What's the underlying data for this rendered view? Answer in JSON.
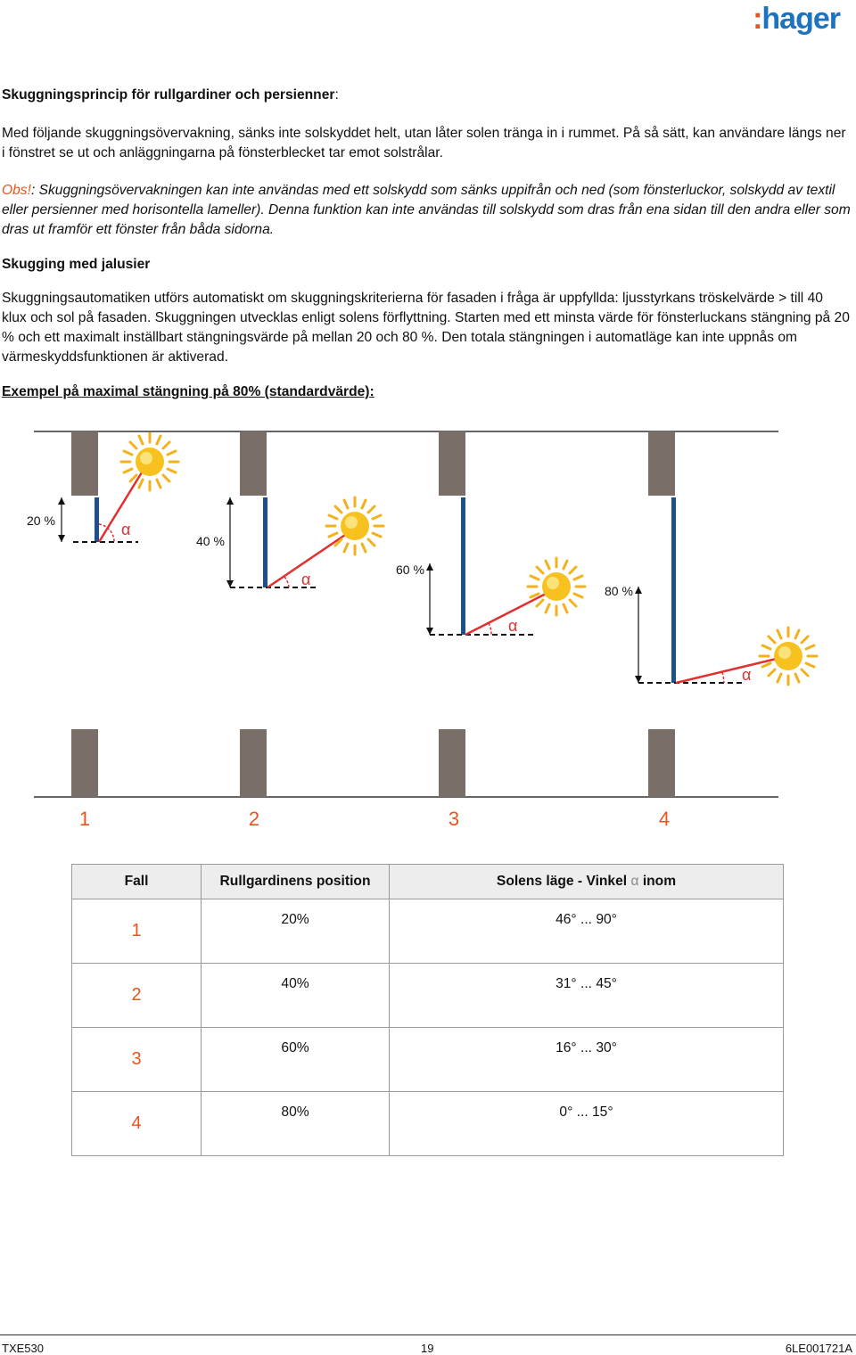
{
  "brand": {
    "logo_text": "hager",
    "logo_prefix": ":"
  },
  "heading": "Skuggningsprincip för rullgardiner och persienner",
  "heading_suffix": ":",
  "intro": "Med följande skuggningsövervakning, sänks inte solskyddet helt, utan låter solen tränga in i rummet. På så sätt, kan användare längs ner i fönstret se ut och anläggningarna på fönsterblecket tar emot solstrålar.",
  "obs": {
    "label": "Obs!",
    "text": ": Skuggningsövervakningen kan inte användas med ett solskydd som sänks uppifrån och ned (som fönsterluckor, solskydd av textil eller persienner med horisontella lameller). Denna funktion kan inte användas till solskydd som dras från ena sidan till den andra eller som dras ut framför ett fönster från båda sidorna."
  },
  "section_title": "Skugging med jalusier",
  "section_body": "Skuggningsautomatiken utförs automatiskt om skuggningskriterierna för fasaden i fråga är uppfyllda: ljusstyrkans tröskelvärde > till 40 klux och sol på fasaden. Skuggningen utvecklas enligt solens förflyttning. Starten med ett minsta värde för fönsterluckans stängning på 20 % och ett maximalt inställbart stängningsvärde på mellan 20 och 80 %. Den totala stängningen i automatläge kan inte uppnås om värmeskyddsfunktionen är aktiverad.",
  "example_title": "Exempel på maximal stängning på 80% (standardvärde):",
  "diagram": {
    "alpha_symbol": "α",
    "cases": [
      {
        "number": "1",
        "label": "20 %"
      },
      {
        "number": "2",
        "label": "40 %"
      },
      {
        "number": "3",
        "label": "60 %"
      },
      {
        "number": "4",
        "label": "80 %"
      }
    ],
    "colors": {
      "wall": "#7a6e68",
      "blind": "#1f4e8c",
      "ray": "#e03030",
      "sun": "#f3b21c",
      "number": "#e8541e"
    }
  },
  "table": {
    "headers": {
      "case": "Fall",
      "position": "Rullgardinens position",
      "sun": "Solens läge - Vinkel",
      "sun_alpha": "α",
      "sun_suffix": "inom"
    },
    "rows": [
      {
        "case": "1",
        "position": "20%",
        "angle": "46° ... 90°"
      },
      {
        "case": "2",
        "position": "40%",
        "angle": "31° ... 45°"
      },
      {
        "case": "3",
        "position": "60%",
        "angle": "16° ... 30°"
      },
      {
        "case": "4",
        "position": "80%",
        "angle": "0° ... 15°"
      }
    ]
  },
  "footer": {
    "left": "TXE530",
    "center": "19",
    "right": "6LE001721A"
  }
}
